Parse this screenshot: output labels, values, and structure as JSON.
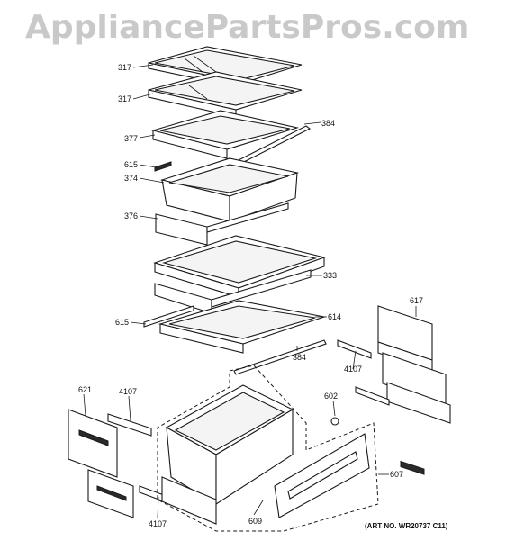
{
  "watermark": {
    "text": "AppliancePartsPros.com"
  },
  "art_number": {
    "text": "(ART NO. WR20737 C11)"
  },
  "callouts": {
    "c317a": "317",
    "c317b": "317",
    "c384a": "384",
    "c377": "377",
    "c615a": "615",
    "c374": "374",
    "c376": "376",
    "c333": "333",
    "c615b": "615",
    "c614": "614",
    "c384b": "384",
    "c617": "617",
    "c4107a": "4107",
    "c621": "621",
    "c4107b": "4107",
    "c602": "602",
    "c607": "607",
    "c609": "609",
    "c4107c": "4107"
  },
  "colors": {
    "line": "#1a1a1a",
    "watermark": "#c9c9c9",
    "background": "#ffffff"
  }
}
